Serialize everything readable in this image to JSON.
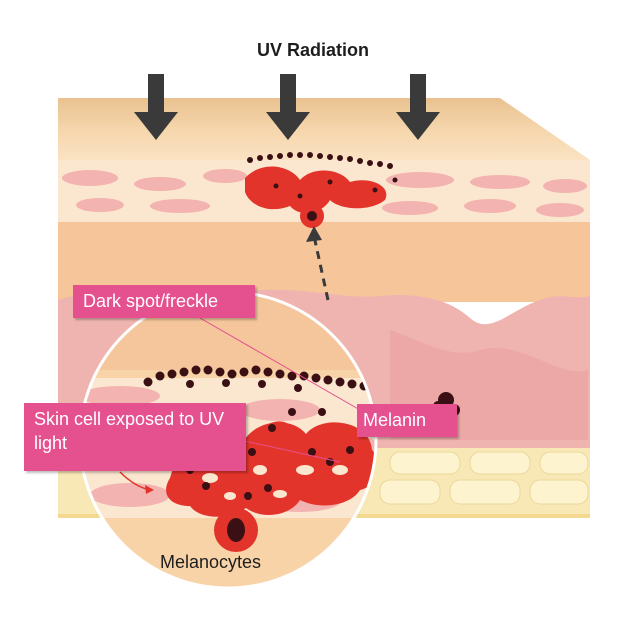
{
  "title": "UV Radiation",
  "labels": {
    "dark_spot": "Dark spot/freckle",
    "skin_cell": "Skin cell exposed to UV light",
    "melanin": "Melanin",
    "melanocytes": "Melanocytes"
  },
  "colors": {
    "arrow": "#3a3a3a",
    "label_box": "#e5508f",
    "melanocyte": "#e3342c",
    "melanin": "#3b1014",
    "skin_top": "#e7b98a",
    "dermis": "#f0b7b4"
  }
}
